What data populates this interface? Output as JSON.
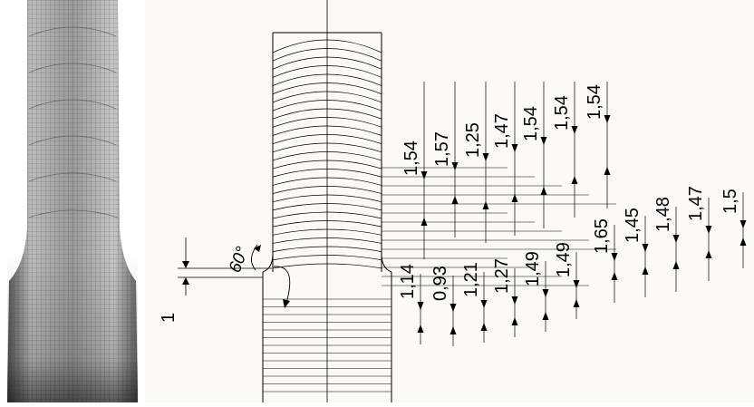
{
  "photo": {
    "description_icon": "specimen-photo"
  },
  "drawing": {
    "angle_label": "60°",
    "step_label": "1",
    "top_row": [
      "1,54",
      "1,57",
      "1,25",
      "1,47",
      "1,54",
      "1,54",
      "1,54"
    ],
    "right_row": [
      "1,65",
      "1,45",
      "1,48",
      "1,47",
      "1,5"
    ],
    "bottom_row": [
      "1,14",
      "0,93",
      "1,21",
      "1,27",
      "1,49",
      "1,49"
    ]
  }
}
